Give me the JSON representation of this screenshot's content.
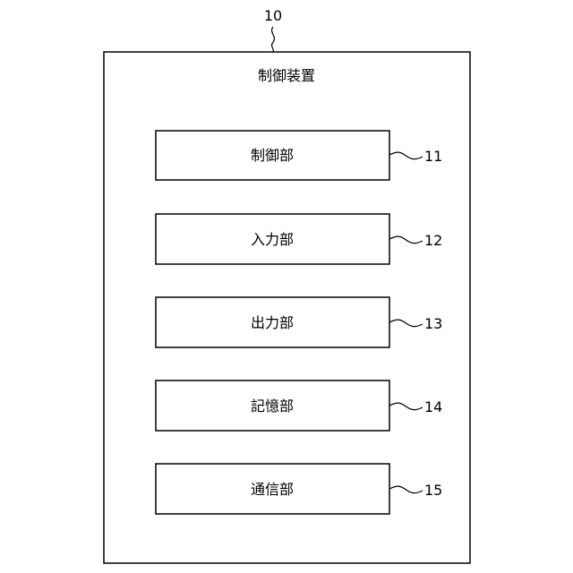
{
  "device": {
    "ref": "10",
    "title": "制御装置"
  },
  "units": [
    {
      "label": "制御部",
      "ref": "11"
    },
    {
      "label": "入力部",
      "ref": "12"
    },
    {
      "label": "出力部",
      "ref": "13"
    },
    {
      "label": "記憶部",
      "ref": "14"
    },
    {
      "label": "通信部",
      "ref": "15"
    }
  ]
}
